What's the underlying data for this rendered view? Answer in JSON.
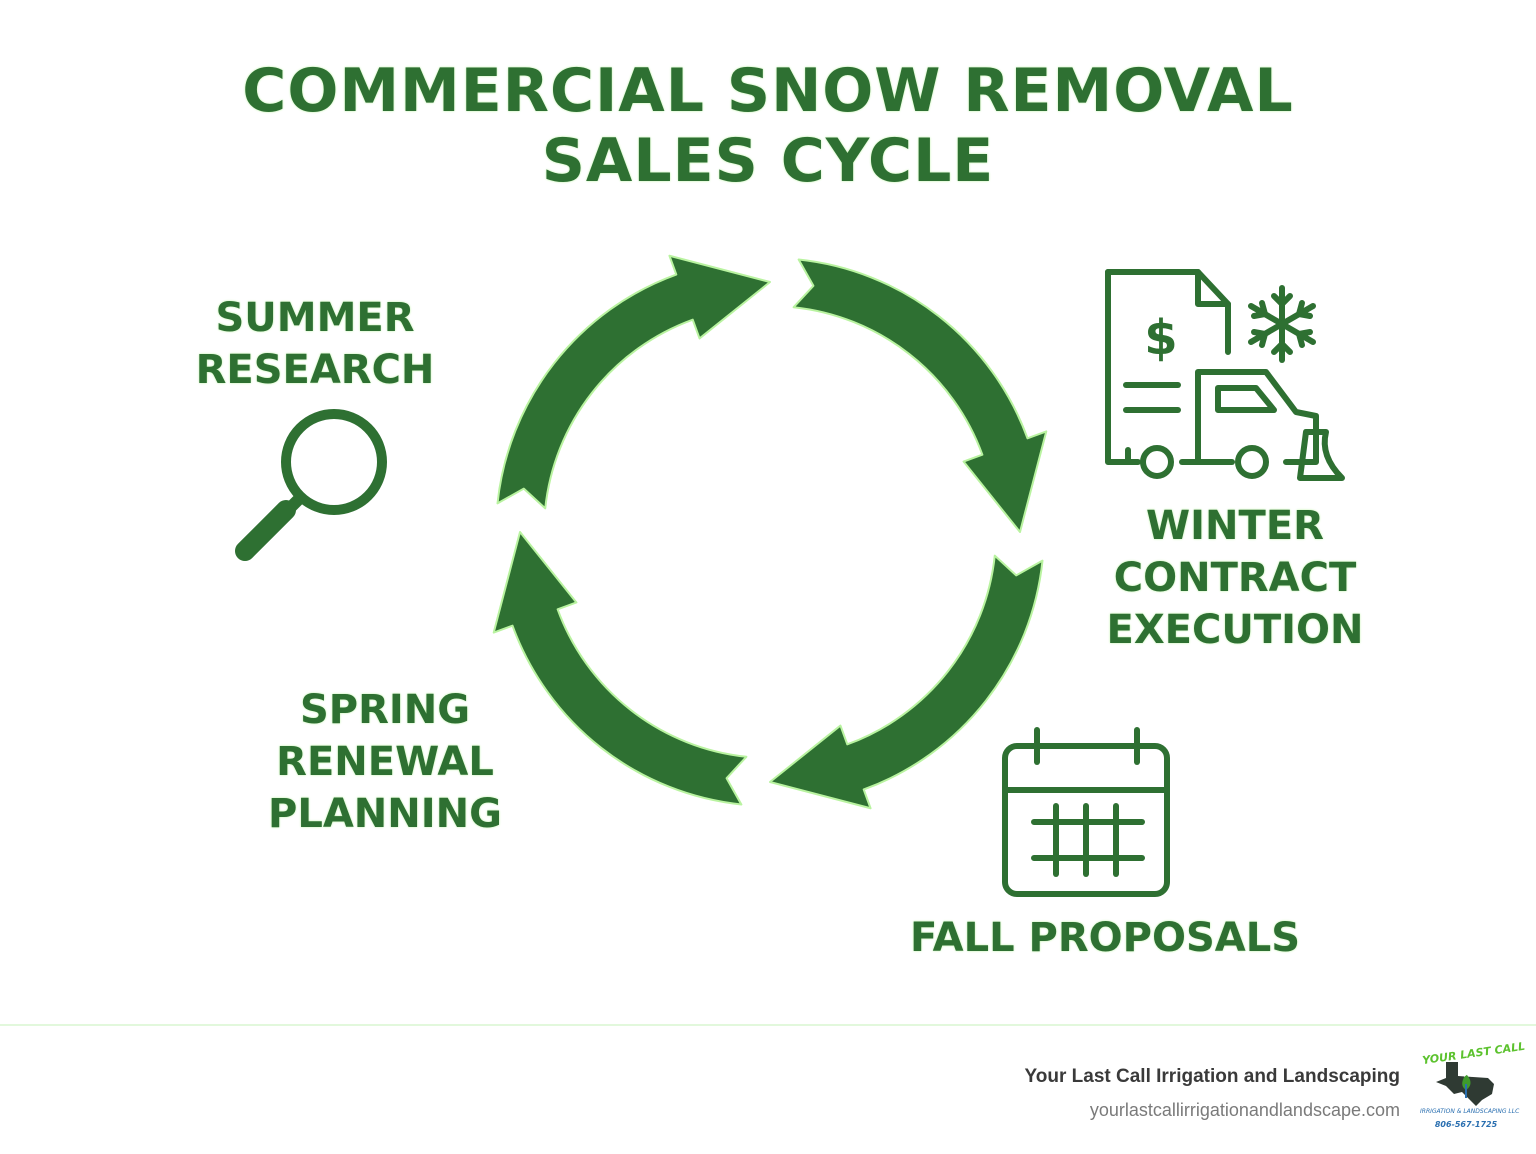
{
  "title": {
    "line1": "COMMERCIAL SNOW REMOVAL",
    "line2": "SALES CYCLE"
  },
  "stages": {
    "summer": {
      "lines": [
        "SUMMER",
        "RESEARCH"
      ],
      "icon": "magnifying-glass-icon"
    },
    "winter": {
      "lines": [
        "WINTER",
        "CONTRACT",
        "EXECUTION"
      ],
      "icon": "contract-plow-truck-icon"
    },
    "spring": {
      "lines": [
        "SPRING",
        "RENEWAL",
        "PLANNING"
      ],
      "icon": ""
    },
    "fall": {
      "lines": [
        "FALL PROPOSALS"
      ],
      "icon": "calendar-icon"
    }
  },
  "cycle": {
    "icon": "cycle-arrows-icon",
    "arrows": 4,
    "direction": "clockwise"
  },
  "footer": {
    "company": "Your Last Call Irrigation and Landscaping",
    "url": "yourlastcallirrigationandlandscape.com"
  },
  "logo": {
    "top_text": "YOUR LAST CALL",
    "sub_text": "IRRIGATION & LANDSCAPING LLC",
    "phone": "806-567-1725"
  },
  "colors": {
    "primary_green": "#2e7032",
    "glow_green": "#b9f3a0",
    "footer_text": "#3a3a3a",
    "footer_url": "#7a7a7a"
  }
}
